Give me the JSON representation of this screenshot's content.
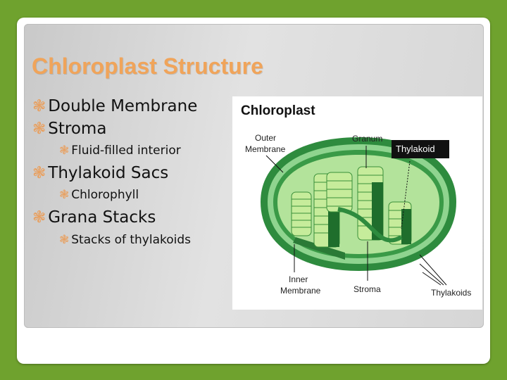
{
  "slide": {
    "title": "Chloroplast Structure",
    "bullets": [
      {
        "text": "Double Membrane",
        "level": 1
      },
      {
        "text": "Stroma",
        "level": 1
      },
      {
        "text": "Fluid-filled interior",
        "level": 2
      },
      {
        "text": "Thylakoid Sacs",
        "level": 1
      },
      {
        "text": "Chlorophyll",
        "level": 2
      },
      {
        "text": "Grana Stacks",
        "level": 1
      },
      {
        "text": "Stacks of thylakoids",
        "level": 2
      }
    ],
    "bullet_icon": "ribbon-bullet-icon"
  },
  "figure": {
    "title": "Chloroplast",
    "labels": {
      "outer": [
        "Outer",
        "Membrane"
      ],
      "granum": "Granum",
      "inner": [
        "Inner",
        "Membrane"
      ],
      "stroma": "Stroma",
      "thylakoids": "Thylakoids"
    },
    "callout": "Thylakoid"
  },
  "colors": {
    "background": "#6fa22e",
    "title": "#f0a45a",
    "bullet_mark": "#e8a060",
    "membrane_dark": "#2e8b3e",
    "membrane_light": "#8fd48f",
    "grana": "#c6ec9b"
  }
}
